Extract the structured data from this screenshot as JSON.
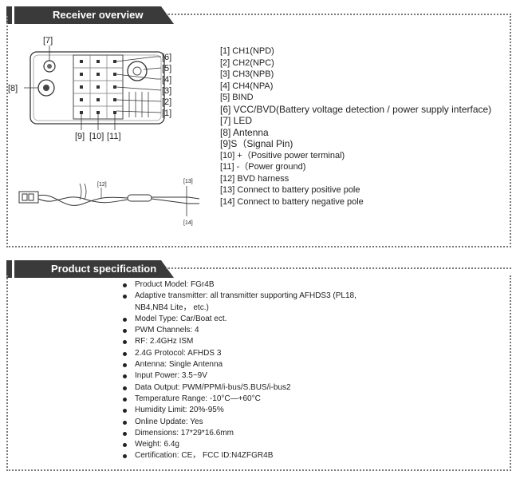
{
  "overview": {
    "title": "Receiver overview",
    "callouts": [
      "[7]",
      "[6]",
      "[5]",
      "[4]",
      "[3]",
      "[2]",
      "[1]",
      "[8]",
      "[9]",
      "[10]",
      "[11]"
    ],
    "harness_callouts": [
      "[12]",
      "[13]",
      "[14]"
    ],
    "legend": [
      "[1] CH1(NPD)",
      "[2] CH2(NPC)",
      "[3] CH3(NPB)",
      "[4] CH4(NPA)",
      "[5] BIND",
      "[6] VCC/BVD(Battery voltage detection / power supply interface)",
      "[7]  LED",
      "[8] Antenna",
      "[9]S（Signal Pin)",
      "[10] +（Positive power terminal)",
      "[11] -（Power ground)",
      "[12] BVD harness",
      "[13] Connect to battery positive pole",
      "[14] Connect to battery negative pole"
    ]
  },
  "spec": {
    "title": "Product specification",
    "items": [
      {
        "text": "Product Model: FGr4B"
      },
      {
        "text": "Adaptive transmitter:  all transmitter supporting AFHDS3 (PL18,",
        "cont": "NB4,NB4 Lite， etc.)"
      },
      {
        "text": "Model Type: Car/Boat ect."
      },
      {
        "text": "PWM Channels: 4"
      },
      {
        "text": "RF: 2.4GHz ISM"
      },
      {
        "text": "2.4G Protocol:  AFHDS 3"
      },
      {
        "text": "Antenna:  Single Antenna"
      },
      {
        "text": "Input Power:  3.5~9V"
      },
      {
        "text": "Data Output:  PWM/PPM/i-bus/S.BUS/i-bus2"
      },
      {
        "text": "Temperature Range:  -10°C—+60°C"
      },
      {
        "text": "Humidity Limit:  20%-95%"
      },
      {
        "text": "Online Update:  Yes"
      },
      {
        "text": "Dimensions:  17*29*16.6mm"
      },
      {
        "text": "Weight: 6.4g"
      },
      {
        "text": "Certification:  CE， FCC ID:N4ZFGR4B"
      }
    ]
  }
}
